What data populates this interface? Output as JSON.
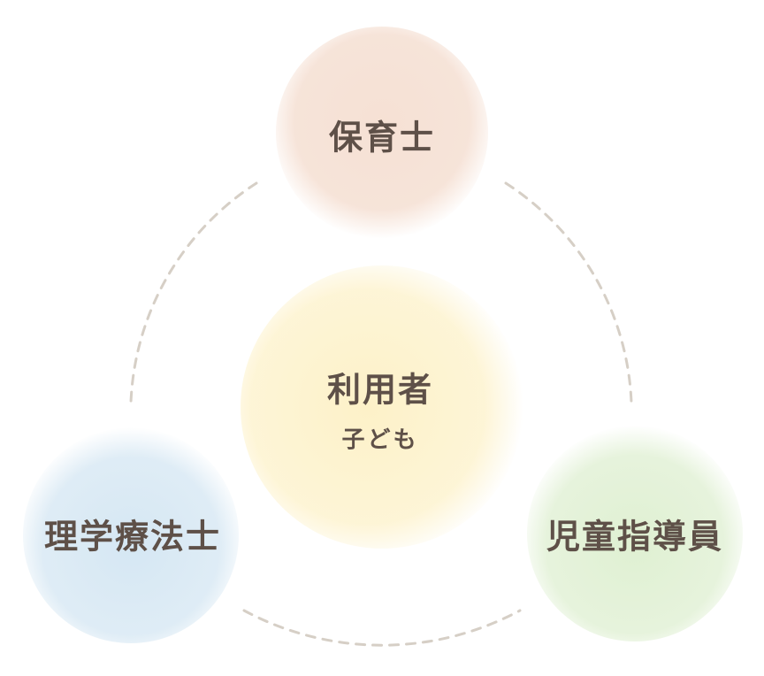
{
  "nodes": {
    "top": {
      "label": "保育士",
      "color": "#f5dfd2"
    },
    "center": {
      "label": "利用者",
      "sublabel": "子ども",
      "color": "#fdf3cf"
    },
    "left": {
      "label": "理学療法士",
      "color": "#d9e9f4"
    },
    "right": {
      "label": "児童指導員",
      "color": "#e2f1d6"
    }
  },
  "connector_color": "#d6cfc6",
  "text_color": "#5e5048"
}
